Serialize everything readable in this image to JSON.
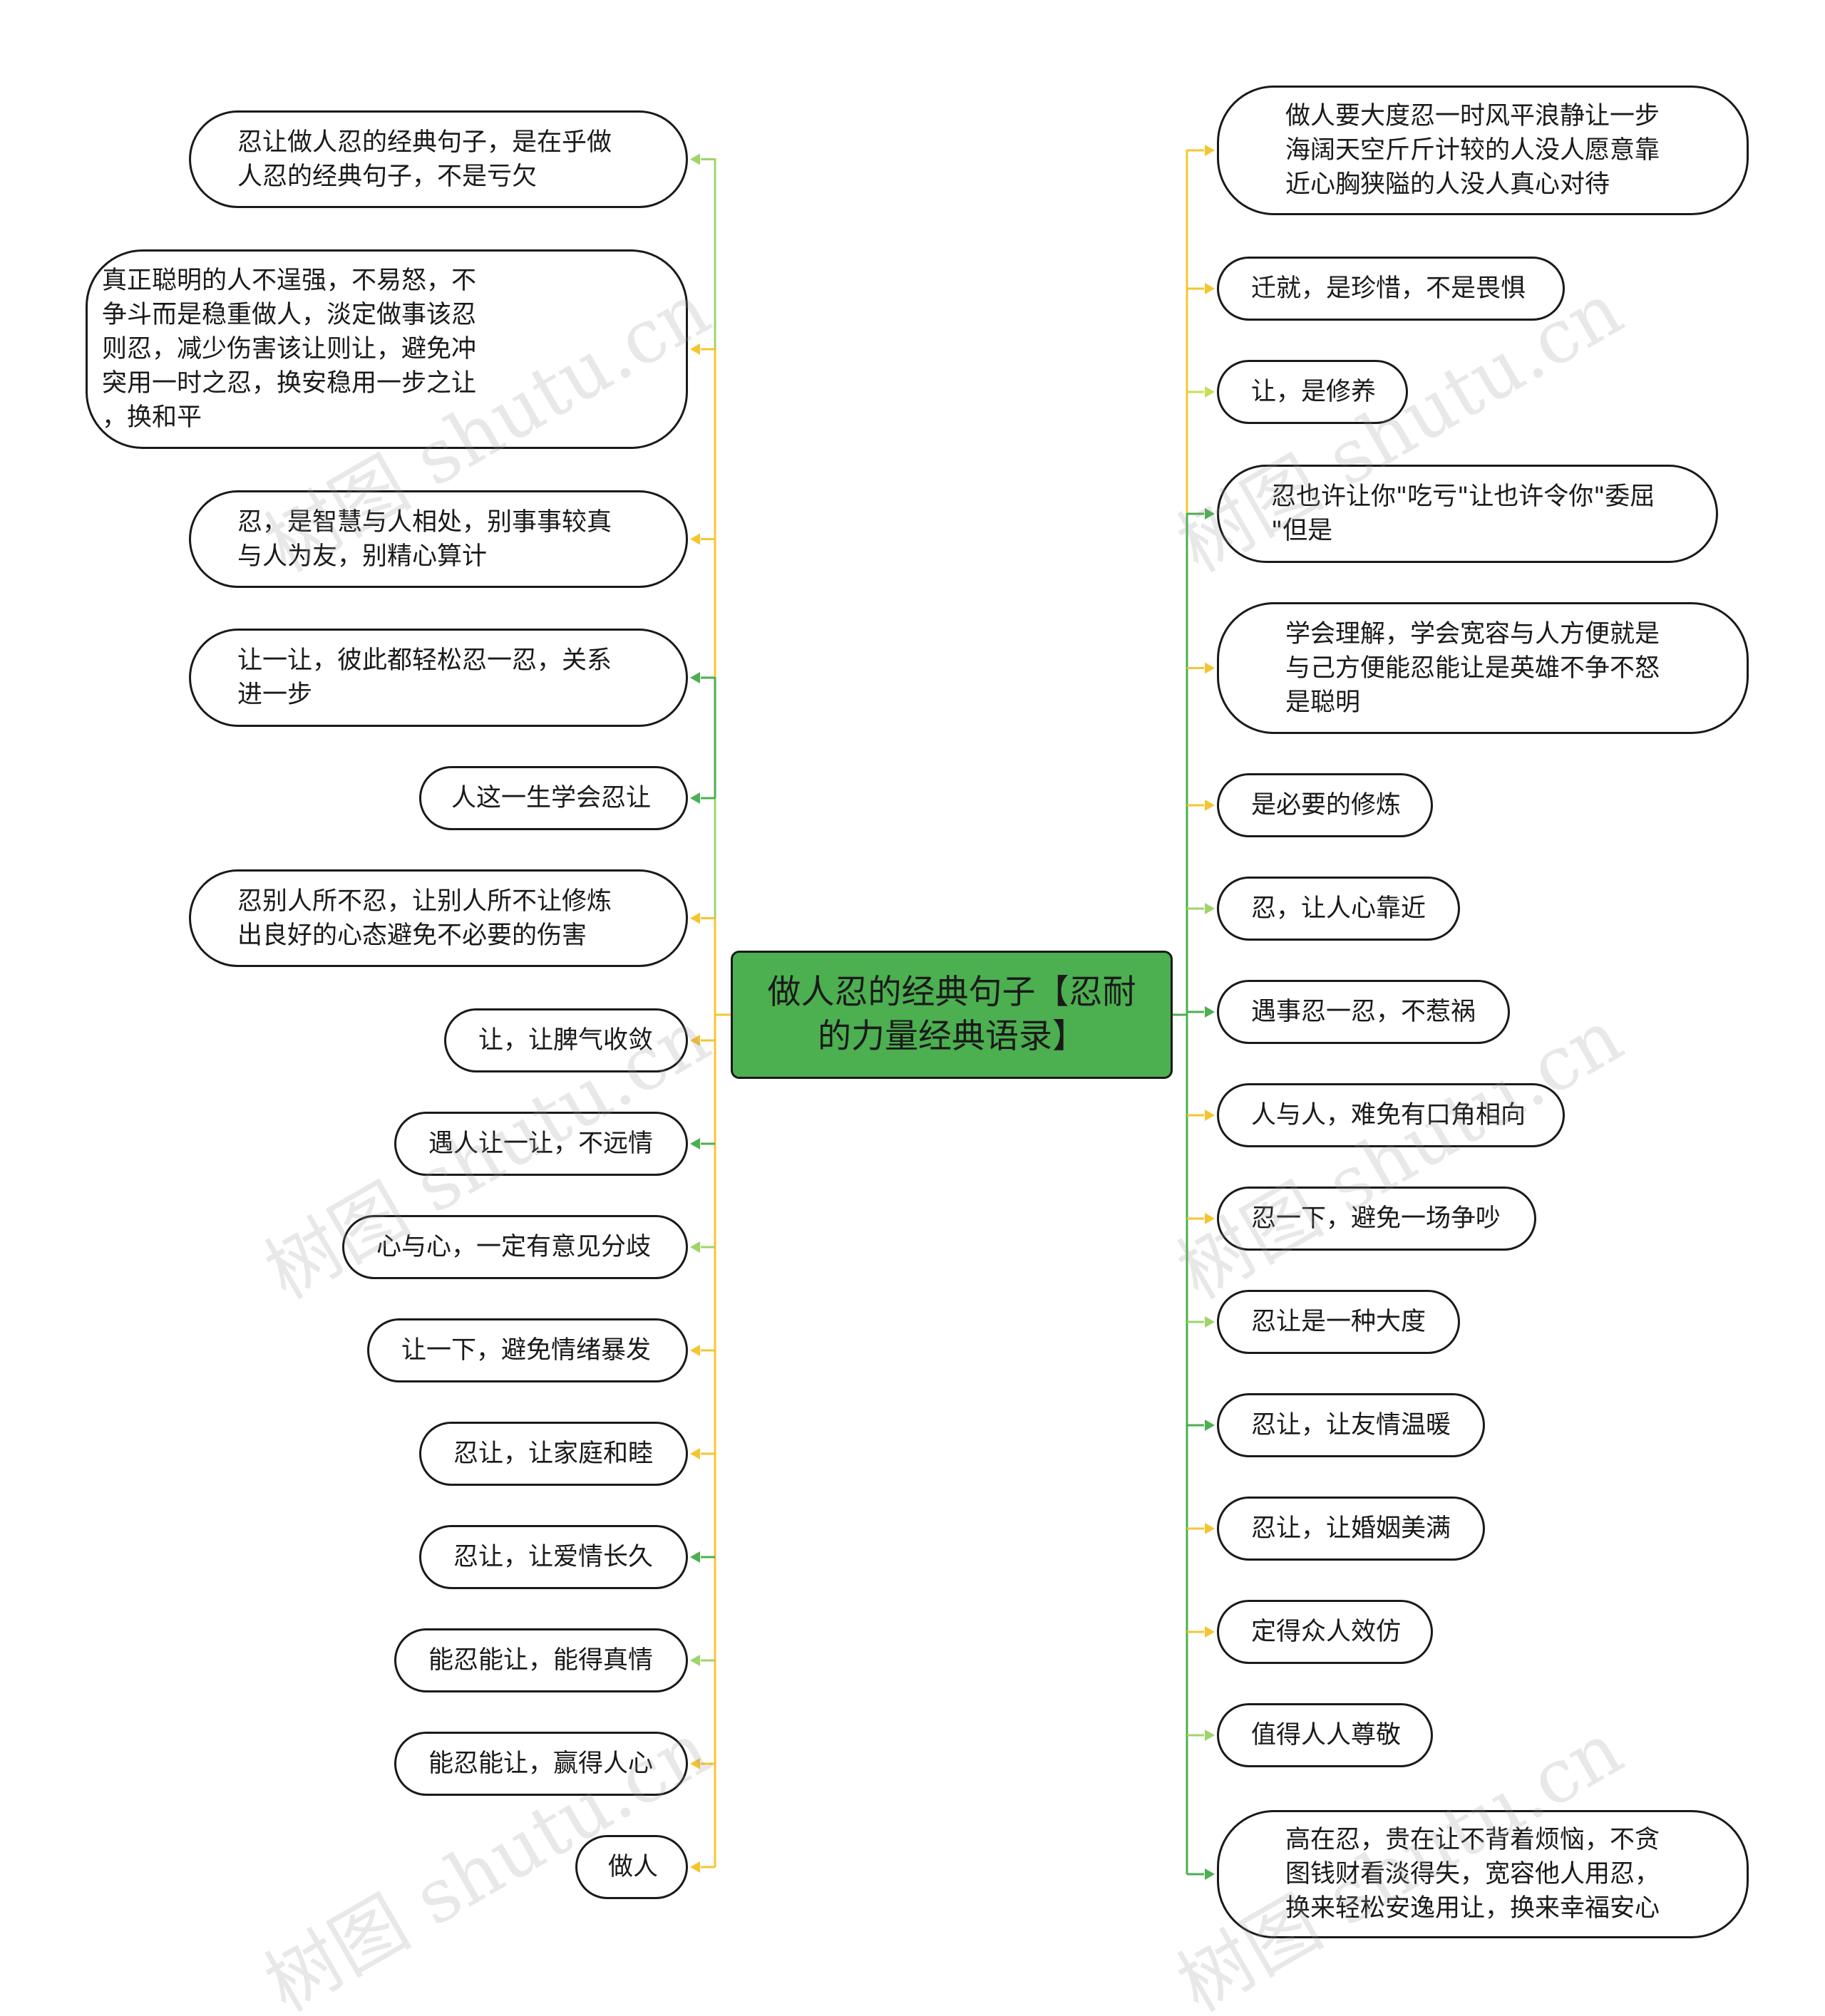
{
  "center": {
    "text": "做人忍的经典句子【忍耐\n的力量经典语录】",
    "color": "#4caf50"
  },
  "colors": {
    "yellow": "#f5c531",
    "lightgreen": "#9fd46a",
    "green": "#4caf50",
    "yellowgreen": "#c8df55"
  },
  "left": [
    {
      "text": "忍让做人忍的经典句子，是在乎做\n人忍的经典句子，不是亏欠",
      "color": "lightgreen"
    },
    {
      "text": "真正聪明的人不逞强，不易怒，不\n争斗而是稳重做人，淡定做事该忍\n则忍，减少伤害该让则让，避免冲\n突用一时之忍，换安稳用一步之让\n，换和平",
      "color": "yellow"
    },
    {
      "text": "忍，是智慧与人相处，别事事较真\n与人为友，别精心算计",
      "color": "yellow"
    },
    {
      "text": "让一让，彼此都轻松忍一忍，关系\n进一步",
      "color": "green"
    },
    {
      "text": "人这一生学会忍让",
      "color": "green"
    },
    {
      "text": "忍别人所不忍，让别人所不让修炼\n出良好的心态避免不必要的伤害",
      "color": "yellow"
    },
    {
      "text": "让，让脾气收敛",
      "color": "yellow"
    },
    {
      "text": "遇人让一让，不远情",
      "color": "green"
    },
    {
      "text": "心与心，一定有意见分歧",
      "color": "lightgreen"
    },
    {
      "text": "让一下，避免情绪暴发",
      "color": "yellow"
    },
    {
      "text": "忍让，让家庭和睦",
      "color": "yellow"
    },
    {
      "text": "忍让，让爱情长久",
      "color": "green"
    },
    {
      "text": "能忍能让，能得真情",
      "color": "lightgreen"
    },
    {
      "text": "能忍能让，赢得人心",
      "color": "yellow"
    },
    {
      "text": "做人",
      "color": "yellow"
    }
  ],
  "right": [
    {
      "text": "做人要大度忍一时风平浪静让一步\n海阔天空斤斤计较的人没人愿意靠\n近心胸狭隘的人没人真心对待",
      "color": "yellow"
    },
    {
      "text": "迁就，是珍惜，不是畏惧",
      "color": "yellow"
    },
    {
      "text": "让，是修养",
      "color": "yellowgreen"
    },
    {
      "text": "忍也许让你\"吃亏\"让也许令你\"委屈\n\"但是",
      "color": "green"
    },
    {
      "text": "学会理解，学会宽容与人方便就是\n与己方便能忍能让是英雄不争不怒\n是聪明",
      "color": "yellow"
    },
    {
      "text": "是必要的修炼",
      "color": "yellow"
    },
    {
      "text": "忍，让人心靠近",
      "color": "lightgreen"
    },
    {
      "text": "遇事忍一忍，不惹祸",
      "color": "green"
    },
    {
      "text": "人与人，难免有口角相向",
      "color": "yellow"
    },
    {
      "text": "忍一下，避免一场争吵",
      "color": "yellow"
    },
    {
      "text": "忍让是一种大度",
      "color": "lightgreen"
    },
    {
      "text": "忍让，让友情温暖",
      "color": "green"
    },
    {
      "text": "忍让，让婚姻美满",
      "color": "yellow"
    },
    {
      "text": "定得众人效仿",
      "color": "yellow"
    },
    {
      "text": "值得人人尊敬",
      "color": "lightgreen"
    },
    {
      "text": "高在忍，贵在让不背着烦恼，不贪\n图钱财看淡得失，宽容他人用忍，\n换来轻松安逸用让，换来幸福安心",
      "color": "green"
    }
  ],
  "watermark": "树图 shutu.cn"
}
